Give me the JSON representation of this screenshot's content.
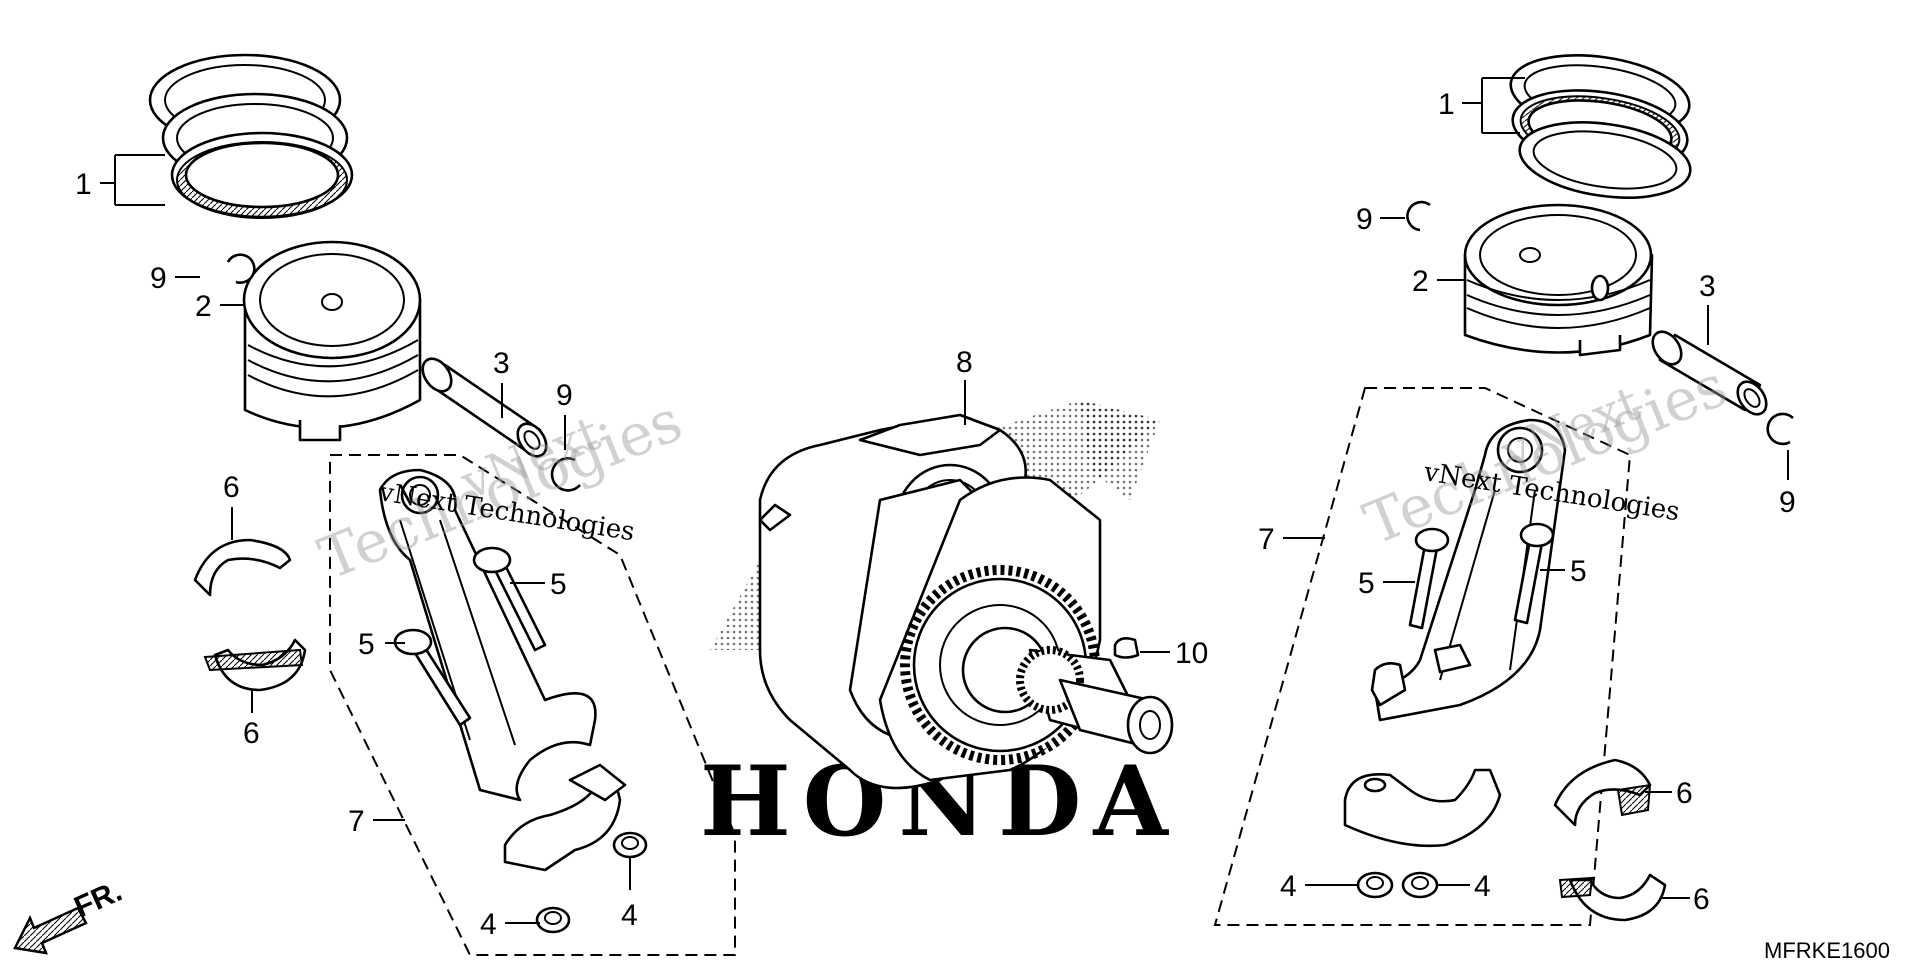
{
  "callouts": {
    "piston_ring": "1",
    "piston": "2",
    "piston_pin": "3",
    "nut": "4",
    "bolt": "5",
    "bearing": "6",
    "connecting_rod": "7",
    "crankshaft": "8",
    "clip": "9",
    "key": "10"
  },
  "watermark": {
    "vnext": "vNext",
    "technologies": "Technologies",
    "full": "vNext Technologies"
  },
  "brand_mark": "HONDA",
  "direction_label": "FR.",
  "diagram_code": "MFRKE1600",
  "colors": {
    "ink": "#000000",
    "background": "#ffffff",
    "watermark": "#9a9a9a"
  }
}
